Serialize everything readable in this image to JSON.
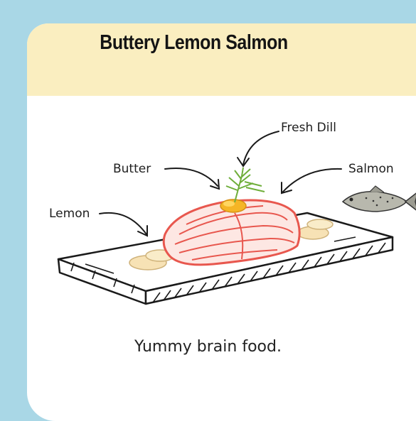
{
  "title": "Buttery Lemon Salmon",
  "labels": {
    "dill": "Fresh Dill",
    "butter": "Butter",
    "salmon": "Salmon",
    "lemon": "Lemon"
  },
  "caption": "Yummy brain food.",
  "colors": {
    "background": "#a9d7e6",
    "banner": "#faeec0",
    "salmon": "#e8574e",
    "butter": "#f5b526",
    "dill": "#6fae3a",
    "lemon": "#f7e2b5"
  }
}
